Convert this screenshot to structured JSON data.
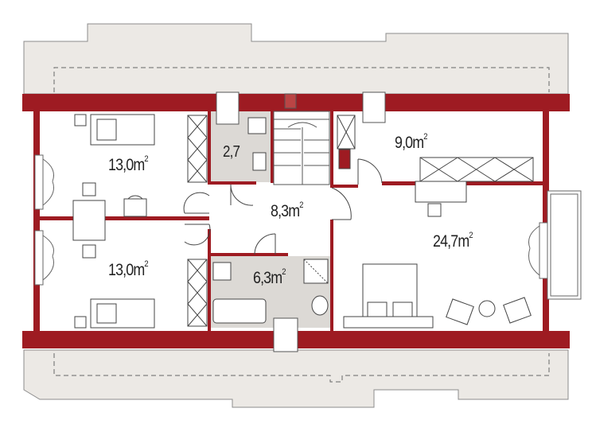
{
  "rooms": [
    {
      "id": "bedroom-nw",
      "area": "13,0m",
      "unit_sup": "2"
    },
    {
      "id": "wc",
      "area": "2,7",
      "unit_sup": ""
    },
    {
      "id": "bedroom-ne",
      "area": "9,0m",
      "unit_sup": "2"
    },
    {
      "id": "hall",
      "area": "8,3m",
      "unit_sup": "2"
    },
    {
      "id": "bedroom-sw",
      "area": "13,0m",
      "unit_sup": "2"
    },
    {
      "id": "bathroom",
      "area": "6,3m",
      "unit_sup": "2"
    },
    {
      "id": "master-bedroom",
      "area": "24,7m",
      "unit_sup": "2"
    }
  ],
  "colors": {
    "wall": "#9e1b22",
    "roof": "#ece9e5",
    "outline": "#8c8c8c",
    "wet_floor": "#dcd9d5",
    "furniture": "#555555"
  }
}
